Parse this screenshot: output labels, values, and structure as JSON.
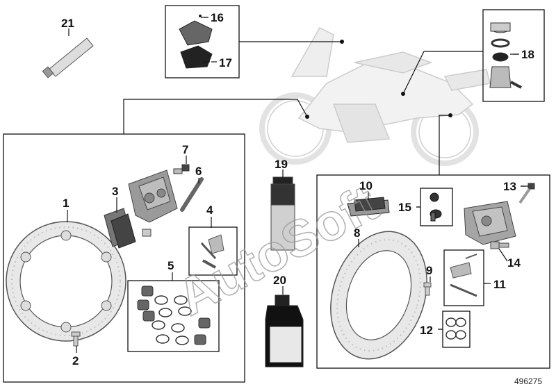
{
  "diagram": {
    "reference_number": "496275",
    "watermark": "AutoSoft",
    "callouts": [
      {
        "id": "c1",
        "label": "1",
        "part": "front brake disc"
      },
      {
        "id": "c2",
        "label": "2",
        "part": "disc screw"
      },
      {
        "id": "c3",
        "label": "3",
        "part": "front brake pads"
      },
      {
        "id": "c4",
        "label": "4",
        "part": "pad retainer kit"
      },
      {
        "id": "c5",
        "label": "5",
        "part": "piston and seal set"
      },
      {
        "id": "c6",
        "label": "6",
        "part": "pin"
      },
      {
        "id": "c7",
        "label": "7",
        "part": "bleed valve"
      },
      {
        "id": "c8",
        "label": "8",
        "part": "rear brake disc"
      },
      {
        "id": "c9",
        "label": "9",
        "part": "disc screw"
      },
      {
        "id": "c10",
        "label": "10",
        "part": "rear brake pads"
      },
      {
        "id": "c11",
        "label": "11",
        "part": "pad retainer kit"
      },
      {
        "id": "c12",
        "label": "12",
        "part": "seal set"
      },
      {
        "id": "c13",
        "label": "13",
        "part": "bleed valve"
      },
      {
        "id": "c14",
        "label": "14",
        "part": "bolt"
      },
      {
        "id": "c15",
        "label": "15",
        "part": "cap and valve"
      },
      {
        "id": "c16",
        "label": "16",
        "part": "screw"
      },
      {
        "id": "c17",
        "label": "17",
        "part": "reservoir cover gasket"
      },
      {
        "id": "c18",
        "label": "18",
        "part": "reservoir repair kit"
      },
      {
        "id": "c19",
        "label": "19",
        "part": "spray can"
      },
      {
        "id": "c20",
        "label": "20",
        "part": "brake fluid bottle"
      },
      {
        "id": "c21",
        "label": "21",
        "part": "grease tube"
      }
    ]
  }
}
